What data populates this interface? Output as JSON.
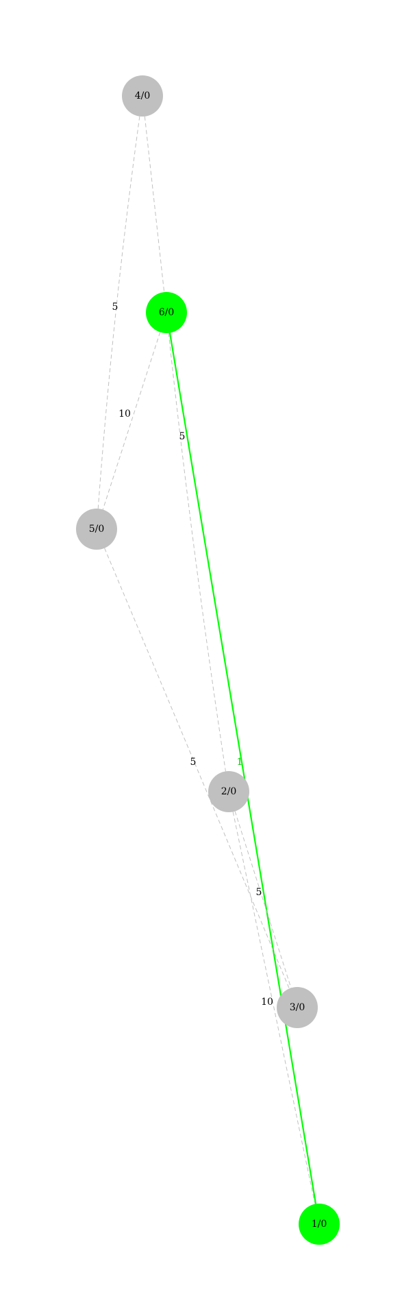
{
  "colors": {
    "background": "#ffffff",
    "node_default": "#c0c0c0",
    "node_highlight": "#00ff00",
    "edge_default": "#c0c0c0",
    "edge_highlight": "#00ff00",
    "label_default": "#000000",
    "label_highlight": "#00cc00"
  },
  "nodes": [
    {
      "id": "4",
      "label": "4/0",
      "highlight": false
    },
    {
      "id": "6",
      "label": "6/0",
      "highlight": true
    },
    {
      "id": "5",
      "label": "5/0",
      "highlight": false
    },
    {
      "id": "2",
      "label": "2/0",
      "highlight": false
    },
    {
      "id": "3",
      "label": "3/0",
      "highlight": false
    },
    {
      "id": "1",
      "label": "1/0",
      "highlight": true
    }
  ],
  "edges": [
    {
      "from": "4",
      "to": "5",
      "weight": "5",
      "highlight": false
    },
    {
      "from": "4",
      "to": "6",
      "weight": "",
      "highlight": false
    },
    {
      "from": "6",
      "to": "5",
      "weight": "10",
      "highlight": false
    },
    {
      "from": "6",
      "to": "2",
      "weight": "5",
      "highlight": false
    },
    {
      "from": "6",
      "to": "1",
      "weight": "1",
      "highlight": true
    },
    {
      "from": "5",
      "to": "3",
      "weight": "5",
      "highlight": false
    },
    {
      "from": "2",
      "to": "3",
      "weight": "5",
      "highlight": false
    },
    {
      "from": "2",
      "to": "1",
      "weight": "10",
      "highlight": false
    }
  ]
}
